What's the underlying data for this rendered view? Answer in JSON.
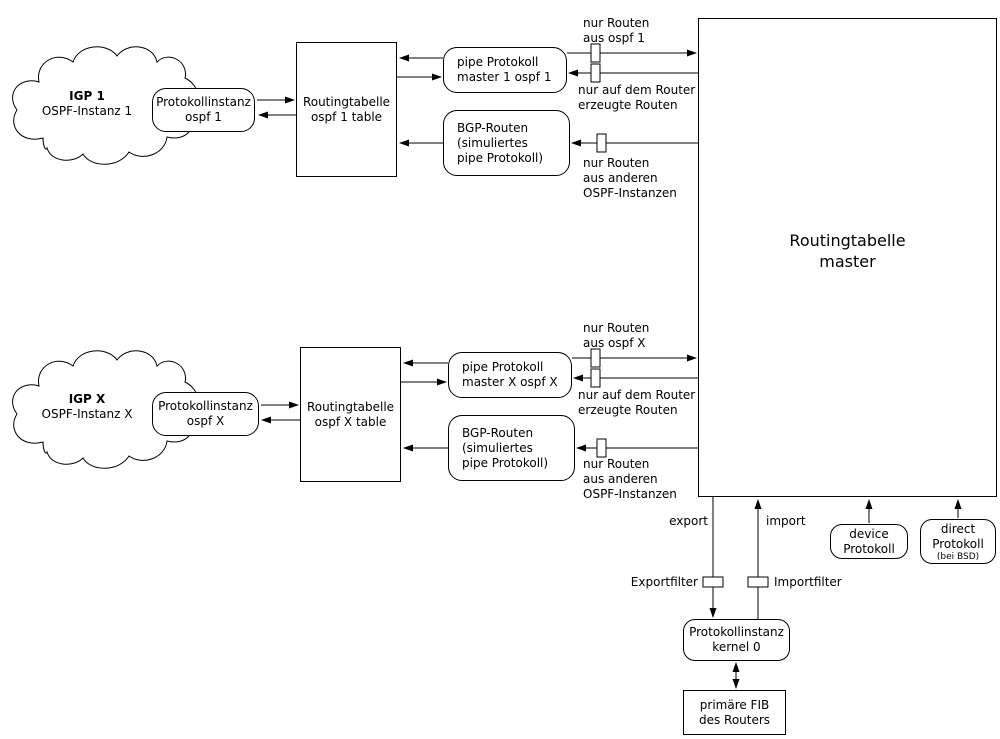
{
  "colors": {
    "background": "#ffffff",
    "line": "#000000",
    "text": "#000000"
  },
  "nodes": {
    "igp1": {
      "title": "IGP 1",
      "subtitle": "OSPF-Instanz 1"
    },
    "igpx": {
      "title": "IGP X",
      "subtitle": "OSPF-Instanz X"
    },
    "proto_ospf1": {
      "text": "Protokollinstanz\nospf 1"
    },
    "proto_ospfx": {
      "text": "Protokollinstanz\nospf X"
    },
    "table_ospf1": {
      "text": "Routingtabelle\nospf 1 table"
    },
    "table_ospfx": {
      "text": "Routingtabelle\nospf X table"
    },
    "pipe_master1": {
      "text": "pipe Protokoll\nmaster 1 ospf 1"
    },
    "pipe_masterx": {
      "text": "pipe Protokoll\nmaster X ospf X"
    },
    "bgp_routes1": {
      "text": "BGP-Routen\n(simuliertes\npipe Protokoll)"
    },
    "bgp_routesx": {
      "text": "BGP-Routen\n(simuliertes\npipe Protokoll)"
    },
    "master_table": {
      "text": "Routingtabelle\nmaster"
    },
    "kernel": {
      "text": "Protokollinstanz\nkernel 0"
    },
    "fib": {
      "text": "primäre FIB\ndes Routers"
    },
    "device": {
      "text": "device\nProtokoll"
    },
    "direct": {
      "line1": "direct",
      "line2": "Protokoll",
      "note": "(bei BSD)"
    }
  },
  "edge_labels": {
    "routes_from_ospf1": "nur Routen\naus ospf 1",
    "router_generated_1": "nur auf dem Router\nerzeugte Routen",
    "other_ospf_1": "nur Routen\naus anderen\nOSPF-Instanzen",
    "routes_from_ospfx": "nur Routen\naus ospf X",
    "router_generated_x": "nur auf dem Router\nerzeugte Routen",
    "other_ospf_x": "nur Routen\naus anderen\nOSPF-Instanzen",
    "export": "export",
    "import": "import",
    "export_filter": "Exportfilter",
    "import_filter": "Importfilter"
  }
}
